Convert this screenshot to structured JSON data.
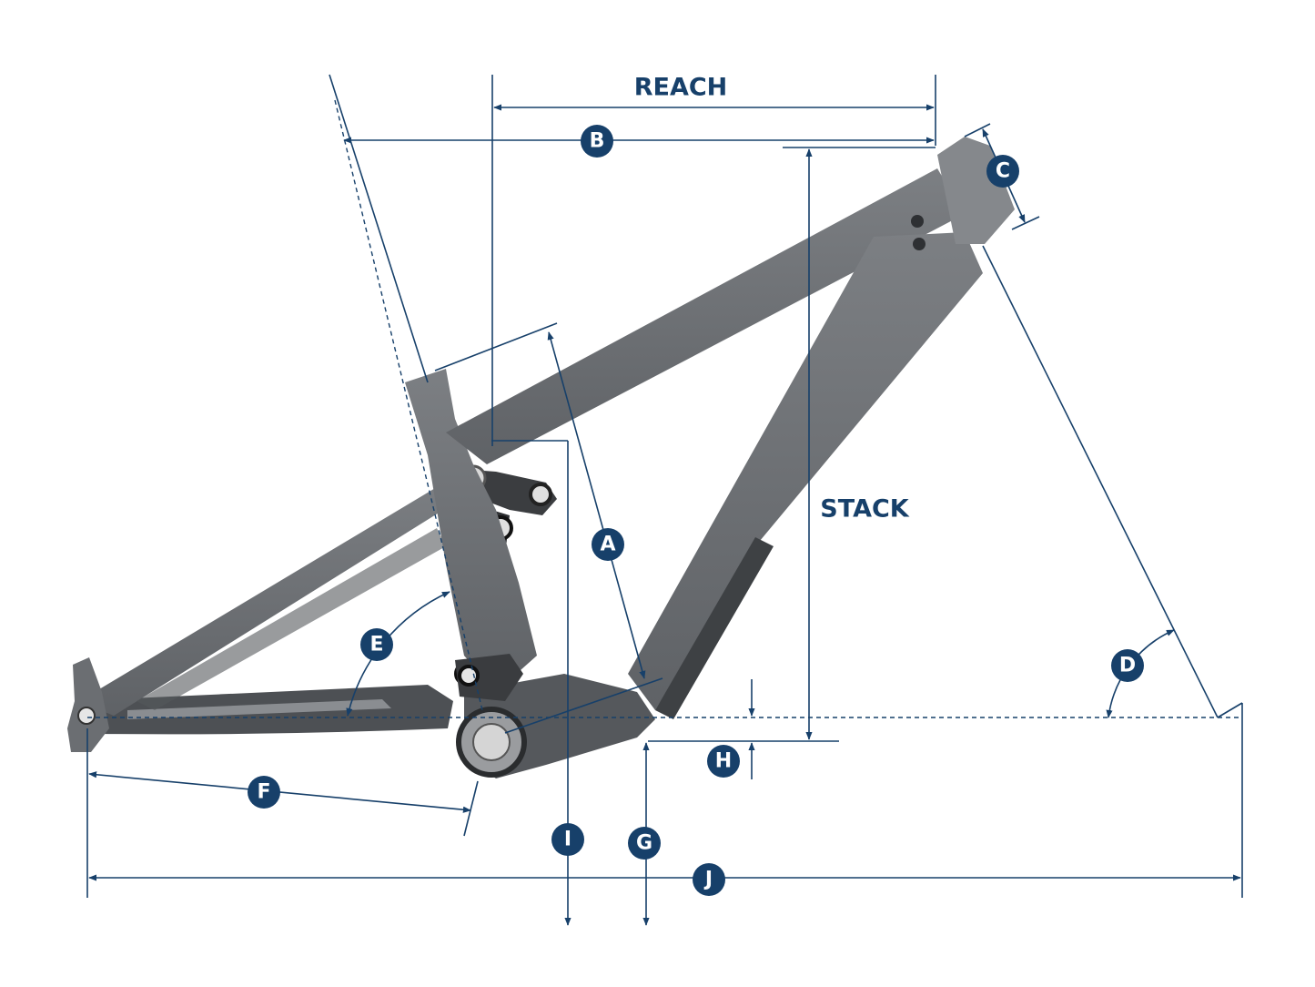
{
  "labels": {
    "reach": "REACH",
    "stack": "STACK"
  },
  "badges": {
    "a": "A",
    "b": "B",
    "c": "C",
    "d": "D",
    "e": "E",
    "f": "F",
    "g": "G",
    "h": "H",
    "i": "I",
    "j": "J"
  },
  "colors": {
    "annotation": "#17406a",
    "frame": "#6e7174"
  }
}
